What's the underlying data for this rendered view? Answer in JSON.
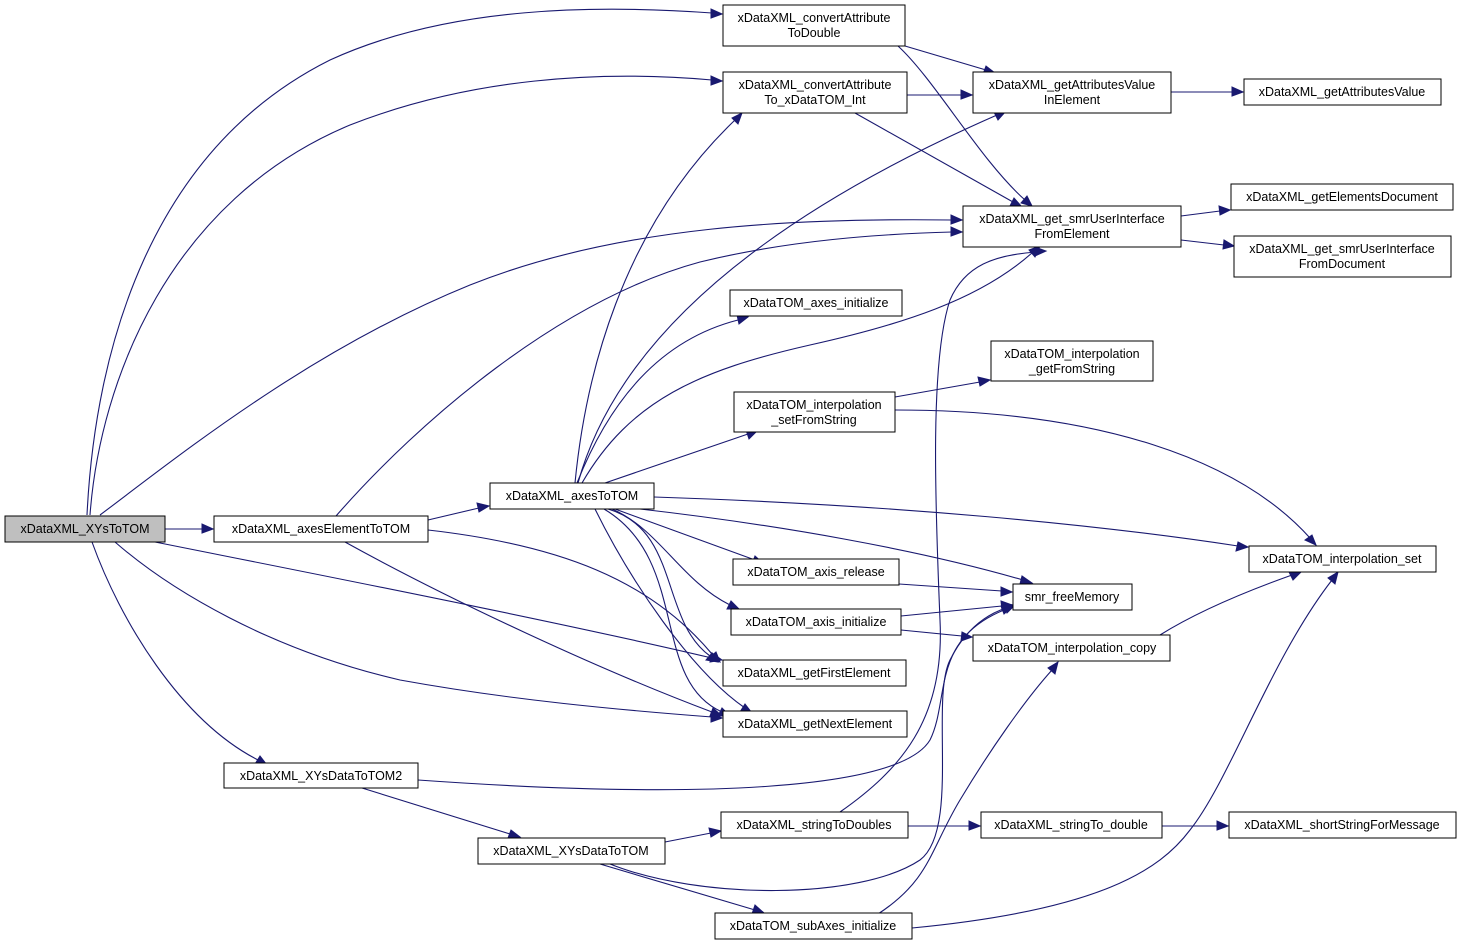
{
  "graph": {
    "nodes": {
      "root": [
        "xDataXML_XYsToTOM"
      ],
      "axesElementToTOM": [
        "xDataXML_axesElementToTOM"
      ],
      "axesToTOM": [
        "xDataXML_axesToTOM"
      ],
      "convDouble": [
        "xDataXML_convertAttribute",
        "ToDouble"
      ],
      "convInt": [
        "xDataXML_convertAttribute",
        "To_xDataTOM_Int"
      ],
      "getAttrInElem": [
        "xDataXML_getAttributesValue",
        "InElement"
      ],
      "getAttrValue": [
        "xDataXML_getAttributesValue"
      ],
      "smrFromElem": [
        "xDataXML_get_smrUserInterface",
        "FromElement"
      ],
      "getElemDoc": [
        "xDataXML_getElementsDocument"
      ],
      "smrFromDoc": [
        "xDataXML_get_smrUserInterface",
        "FromDocument"
      ],
      "axesInit": [
        "xDataTOM_axes_initialize"
      ],
      "interpGet": [
        "xDataTOM_interpolation",
        "_getFromString"
      ],
      "interpSetFrom": [
        "xDataTOM_interpolation",
        "_setFromString"
      ],
      "interpSet": [
        "xDataTOM_interpolation_set"
      ],
      "axisRelease": [
        "xDataTOM_axis_release"
      ],
      "freeMem": [
        "smr_freeMemory"
      ],
      "axisInit": [
        "xDataTOM_axis_initialize"
      ],
      "interpCopy": [
        "xDataTOM_interpolation_copy"
      ],
      "getFirst": [
        "xDataXML_getFirstElement"
      ],
      "getNext": [
        "xDataXML_getNextElement"
      ],
      "xys2": [
        "xDataXML_XYsDataToTOM2"
      ],
      "strToDoubles": [
        "xDataXML_stringToDoubles"
      ],
      "strToDouble": [
        "xDataXML_stringTo_double"
      ],
      "shortStr": [
        "xDataXML_shortStringForMessage"
      ],
      "xysData": [
        "xDataXML_XYsDataToTOM"
      ],
      "subAxes": [
        "xDataTOM_subAxes_initialize"
      ]
    }
  }
}
